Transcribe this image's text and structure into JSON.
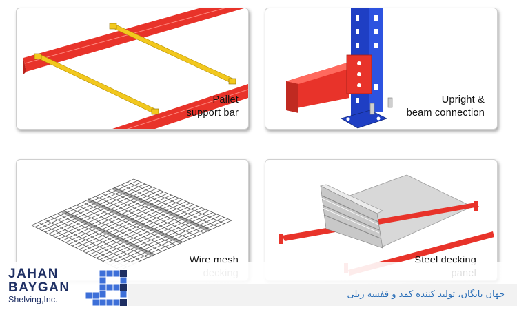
{
  "panels": [
    {
      "caption_line1": "Pallet",
      "caption_line2": "support bar"
    },
    {
      "caption_line1": "Upright &",
      "caption_line2": "beam connection"
    },
    {
      "caption_line1": "Wire mesh",
      "caption_line2": "decking"
    },
    {
      "caption_line1": "Steel decking",
      "caption_line2": "panel"
    }
  ],
  "logo": {
    "line1": "JAHAN",
    "line2": "BAYGAN",
    "line3": "Shelving,Inc.",
    "icon": "jb-cube-logo-icon"
  },
  "footer": {
    "tagline": "جهان بایگان، تولید کننده کمد و قفسه ریلی"
  },
  "colors": {
    "beam_red": "#e8332a",
    "support_yellow": "#f2c81e",
    "upright_blue": "#1f3fc4",
    "logo_navy": "#1e2f63",
    "tagline_blue": "#2b6fb8"
  }
}
